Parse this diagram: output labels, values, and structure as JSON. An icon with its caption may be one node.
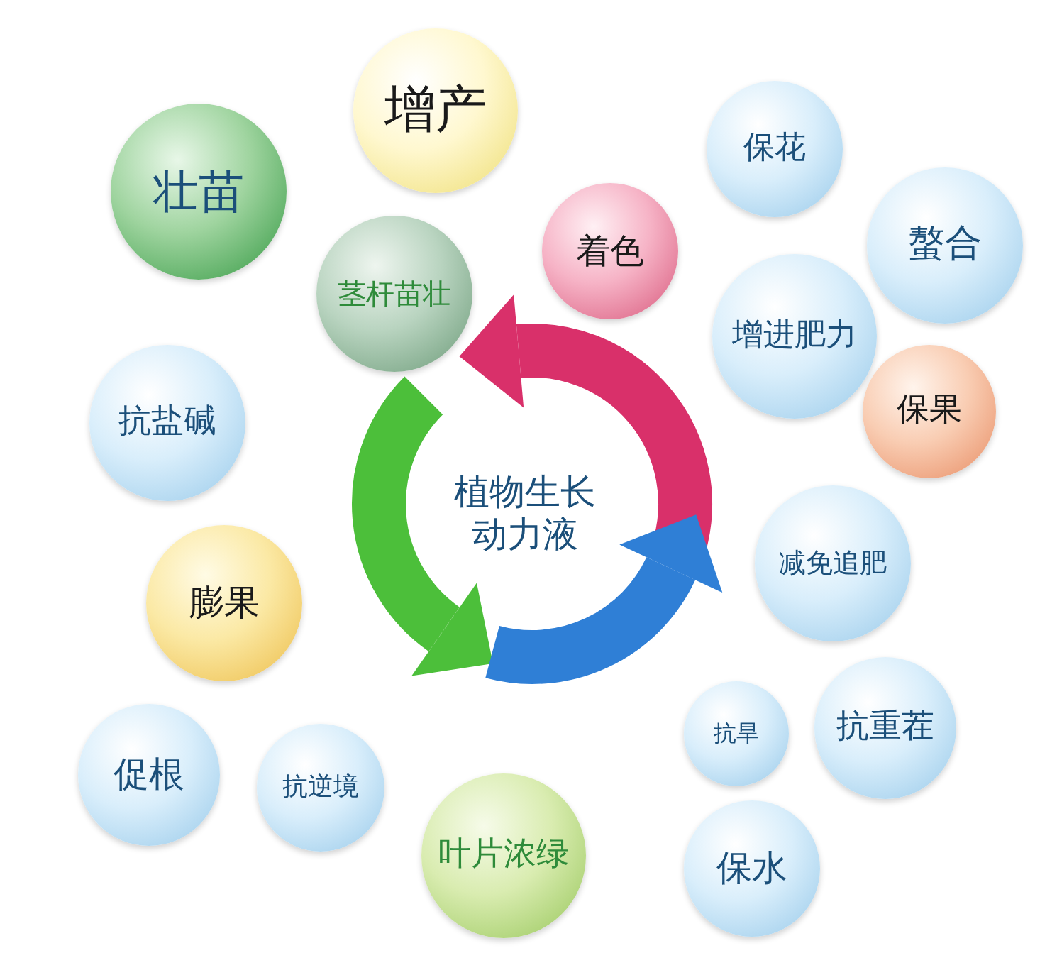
{
  "diagram": {
    "nodes": [
      {
        "text": [
          "增产"
        ]
      },
      {
        "text": [
          "壮苗"
        ]
      },
      {
        "text": [
          "保花"
        ]
      },
      {
        "text": [
          "螯合"
        ]
      },
      {
        "text": [
          "着色"
        ]
      },
      {
        "text": [
          "茎杆苗壮"
        ]
      },
      {
        "text": [
          "增进肥力"
        ]
      },
      {
        "text": [
          "抗盐碱"
        ]
      },
      {
        "text": [
          "保果"
        ]
      },
      {
        "text": [
          "植物生长动力液"
        ]
      },
      {
        "text": [
          "减免追肥"
        ]
      },
      {
        "text": [
          "膨果"
        ]
      },
      {
        "text": [
          "抗旱"
        ]
      },
      {
        "text": [
          "抗重茬"
        ]
      },
      {
        "text": [
          "促根"
        ]
      },
      {
        "text": [
          "抗逆境"
        ]
      },
      {
        "text": [
          "叶片浓绿"
        ]
      },
      {
        "text": [
          "保水"
        ]
      }
    ]
  }
}
